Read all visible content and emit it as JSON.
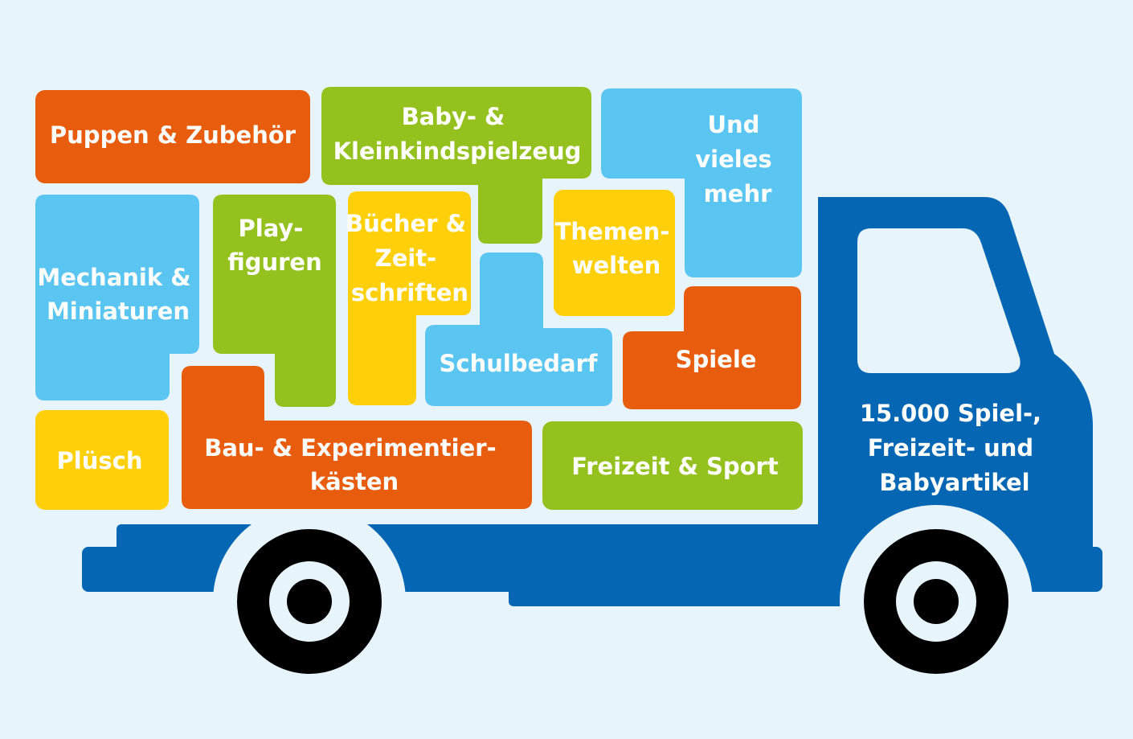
{
  "colors": {
    "background": "#e8f4fc",
    "truck": "#0567b3",
    "wheel": "#000000",
    "hub": "#e8f4fc",
    "window": "#e8f4fc",
    "orange": "#e85c0d",
    "green": "#95c11f",
    "lightblue": "#5bc5f2",
    "yellow": "#ffd00a",
    "text": "#ffffff"
  },
  "blocks": [
    {
      "id": "puppen",
      "color": "orange",
      "lines": [
        "Puppen & Zubehör"
      ]
    },
    {
      "id": "baby",
      "color": "green",
      "lines": [
        "Baby- &",
        "Kleinkindspielzeug"
      ]
    },
    {
      "id": "vieles",
      "color": "lightblue",
      "lines": [
        "Und",
        "vieles",
        "mehr"
      ]
    },
    {
      "id": "mechanik",
      "color": "lightblue",
      "lines": [
        "Mechanik &",
        "Miniaturen"
      ]
    },
    {
      "id": "play",
      "color": "green",
      "lines": [
        "Play-",
        "figuren"
      ]
    },
    {
      "id": "buecher",
      "color": "yellow",
      "lines": [
        "Bücher &",
        "Zeit-",
        "schriften"
      ]
    },
    {
      "id": "themen",
      "color": "yellow",
      "lines": [
        "Themen-",
        "welten"
      ]
    },
    {
      "id": "schul",
      "color": "lightblue",
      "lines": [
        "Schulbedarf"
      ]
    },
    {
      "id": "spiele",
      "color": "orange",
      "lines": [
        "Spiele"
      ]
    },
    {
      "id": "pluesch",
      "color": "yellow",
      "lines": [
        "Plüsch"
      ]
    },
    {
      "id": "bau",
      "color": "orange",
      "lines": [
        "Bau- & Experimentier-",
        "kästen"
      ]
    },
    {
      "id": "freizeit",
      "color": "green",
      "lines": [
        "Freizeit & Sport"
      ]
    }
  ],
  "cab": {
    "lines": [
      "15.000 Spiel-,",
      "Freizeit- und",
      "Babyartikel"
    ]
  }
}
